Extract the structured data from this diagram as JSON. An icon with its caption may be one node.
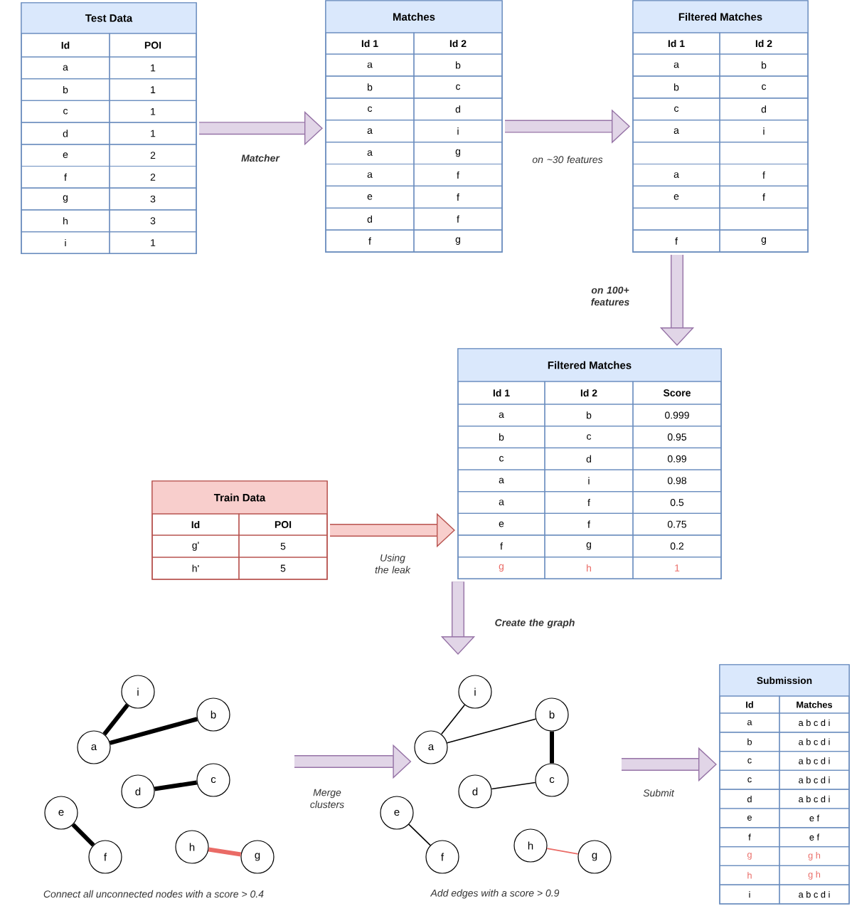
{
  "diagram": {
    "nodes": [
      {
        "text": [
          "Test Data",
          "Id",
          "POI",
          "a",
          "1",
          "b",
          "1",
          "c",
          "1",
          "d",
          "1",
          "e",
          "2",
          "f",
          "2",
          "g",
          "3",
          "h",
          "3",
          "i",
          "1"
        ]
      },
      {
        "text": [
          "Matches",
          "Id 1",
          "Id 2",
          "a",
          "b",
          "b",
          "c",
          "c",
          "d",
          "a",
          "i",
          "a",
          "g",
          "a",
          "f",
          "e",
          "f",
          "d",
          "f",
          "f",
          "g"
        ]
      },
      {
        "text": [
          "Filtered Matches",
          "Id 1",
          "Id 2",
          "a",
          "b",
          "b",
          "c",
          "c",
          "d",
          "a",
          "i",
          "a",
          "f",
          "e",
          "f",
          "f",
          "g"
        ]
      },
      {
        "text": [
          "Filtered Matches",
          "Id 1",
          "Id 2",
          "Score",
          "a",
          "b",
          "0.999",
          "b",
          "c",
          "0.95",
          "c",
          "d",
          "0.99",
          "a",
          "i",
          "0.98",
          "a",
          "f",
          "0.5",
          "e",
          "f",
          "0.75",
          "f",
          "g",
          "0.2",
          "g",
          "h",
          "1"
        ]
      },
      {
        "text": [
          "Train Data",
          "Id",
          "POI",
          "g'",
          "5",
          "h'",
          "5"
        ]
      },
      {
        "text": [
          "i"
        ]
      },
      {
        "text": [
          "b"
        ]
      },
      {
        "text": [
          "a"
        ]
      },
      {
        "text": [
          "c"
        ]
      },
      {
        "text": [
          "d"
        ]
      },
      {
        "text": [
          "e"
        ]
      },
      {
        "text": [
          "h"
        ]
      },
      {
        "text": [
          "f"
        ]
      },
      {
        "text": [
          "g"
        ]
      },
      {
        "text": [
          "i"
        ]
      },
      {
        "text": [
          "b"
        ]
      },
      {
        "text": [
          "a"
        ]
      },
      {
        "text": [
          "c"
        ]
      },
      {
        "text": [
          "d"
        ]
      },
      {
        "text": [
          "e"
        ]
      },
      {
        "text": [
          "h"
        ]
      },
      {
        "text": [
          "f"
        ]
      },
      {
        "text": [
          "g"
        ]
      },
      {
        "text": [
          "Submission",
          "Id",
          "Matches",
          "a",
          "a b c d i",
          "b",
          "a b c d i",
          "c",
          "a b c d i",
          "c",
          "a b c d i",
          "d",
          "a b c d i",
          "e",
          "e f",
          "f",
          "e f",
          "g",
          "g h",
          "h",
          "g h",
          "i",
          "a b c d i"
        ]
      }
    ],
    "edges": [
      {
        "from": 0,
        "to": 1,
        "arrow": "to",
        "label": "Matcher",
        "style": "thick",
        "color": "#9673a6"
      },
      {
        "from": 1,
        "to": 2,
        "arrow": "to",
        "label": "on ~30 features",
        "style": "thick",
        "color": "#9673a6"
      },
      {
        "from": 2,
        "to": 3,
        "arrow": "to",
        "label": "on 100+ features",
        "style": "thick",
        "color": "#9673a6"
      },
      {
        "from": 4,
        "to": 3,
        "arrow": "to",
        "label": "Using the leak",
        "style": "thick",
        "color": "#b85450"
      },
      {
        "from": 3,
        "to": null,
        "arrow": "to",
        "label": "Create the graph",
        "style": "thick",
        "color": "#9673a6"
      },
      {
        "from": null,
        "to": 16,
        "arrow": "to",
        "label": "Merge clusters",
        "style": "thick",
        "color": "#9673a6"
      },
      {
        "from": null,
        "to": 23,
        "arrow": "to",
        "label": "Submit",
        "style": "thick",
        "color": "#9673a6"
      },
      {
        "from": 7,
        "to": 5,
        "arrow": "none"
      },
      {
        "from": 7,
        "to": 6,
        "arrow": "none"
      },
      {
        "from": 9,
        "to": 8,
        "arrow": "none"
      },
      {
        "from": 10,
        "to": 12,
        "arrow": "none"
      },
      {
        "from": 11,
        "to": 13,
        "arrow": "none",
        "color": "#ea6b66"
      },
      {
        "from": 16,
        "to": 14,
        "arrow": "none"
      },
      {
        "from": 16,
        "to": 15,
        "arrow": "none"
      },
      {
        "from": 15,
        "to": 17,
        "arrow": "none"
      },
      {
        "from": 18,
        "to": 17,
        "arrow": "none"
      },
      {
        "from": 19,
        "to": 21,
        "arrow": "none"
      },
      {
        "from": 20,
        "to": 22,
        "arrow": "none",
        "color": "#ea6b66"
      }
    ],
    "labels": [
      "Connect all unconnected nodes with a score > 0.4",
      "Add edges with a score > 0.9"
    ]
  }
}
